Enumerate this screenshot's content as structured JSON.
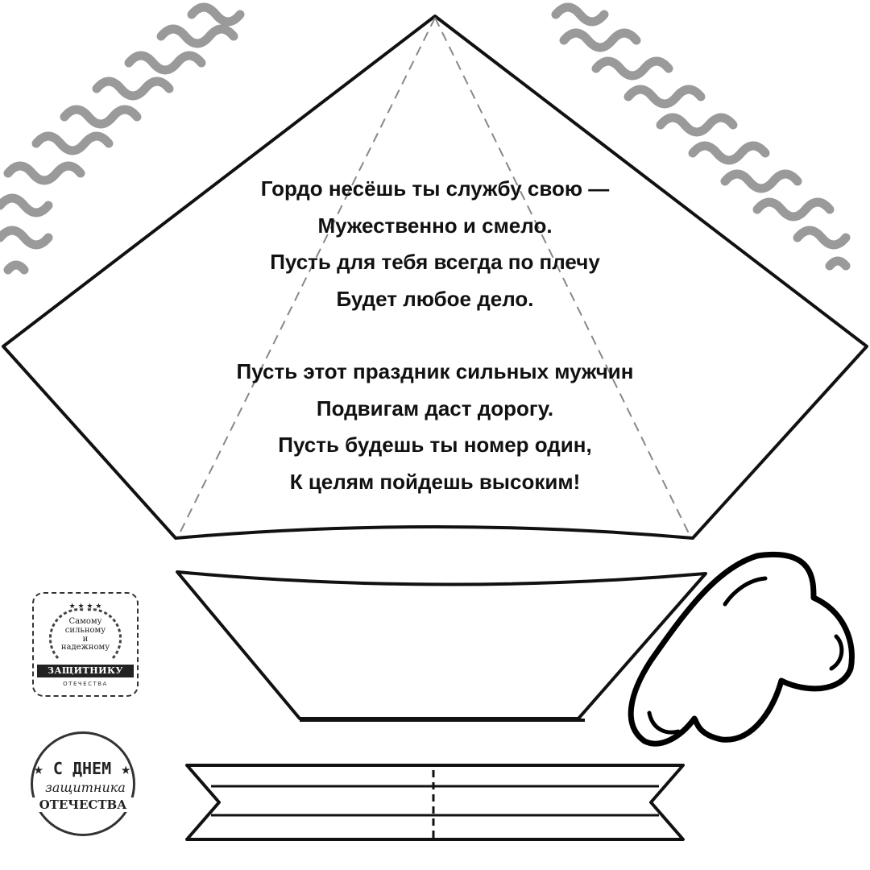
{
  "poem": {
    "stanza1": [
      "Гордо несёшь ты службу свою —",
      "Мужественно и смело.",
      "Пусть для тебя всегда по плечу",
      "Будет любое дело."
    ],
    "stanza2": [
      "Пусть этот праздник сильных мужчин",
      "Подвигам даст дорогу.",
      "Пусть будешь ты номер один,",
      "К целям пойдешь высоким!"
    ]
  },
  "stamp_square": {
    "line1": "Самому",
    "line2": "сильному",
    "line3": "и",
    "line4": "надежному",
    "banner": "ЗАЩИТНИКУ",
    "sub": "ОТЕЧЕСТВА"
  },
  "stamp_round": {
    "line1": "С ДНЕМ",
    "line2": "защитника",
    "line3": "ОТЕЧЕСТВА"
  },
  "colors": {
    "outline": "#111111",
    "fold_line": "#888888",
    "waves": "#9a9a9a"
  }
}
